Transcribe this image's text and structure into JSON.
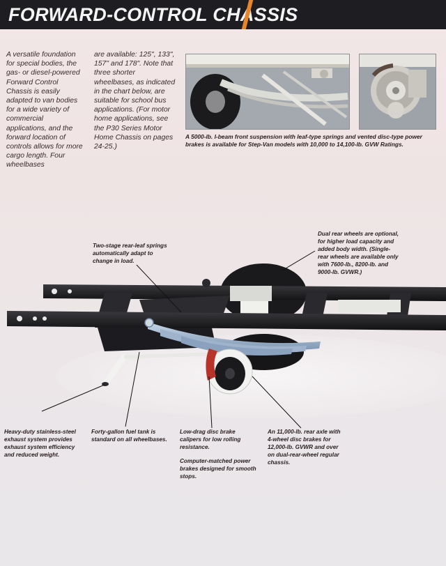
{
  "header": {
    "title": "FORWARD-CONTROL CHASSIS",
    "accent_color": "#e8842a",
    "bar_color": "#1e1e22"
  },
  "intro": {
    "col1": "A versatile foundation for special bodies, the gas- or diesel-powered Forward Control Chassis is easily adapted to van bodies for a wide variety of commercial applications, and the forward location of controls allows for more cargo length. Four wheelbases",
    "col2": "are available: 125\", 133\", 157\" and 178\". Note that three shorter wheelbases, as indicated in the chart below, are suitable for school bus applications. (For motor home applications, see the P30 Series Motor Home Chassis on pages 24-25.)"
  },
  "photos": {
    "caption": "A 5000-lb. I-beam front suspension with leaf-type springs and vented disc-type power brakes is available for Step-Van models with 10,000 to 14,100-lb. GVW Ratings."
  },
  "callouts": {
    "rear_springs": "Two-stage rear-leaf springs automatically adapt to change in load.",
    "dual_wheels": "Dual rear wheels are optional, for higher load capacity and added body width. (Single-rear wheels are available only with 7600-lb., 8200-lb. and 9000-lb. GVWR.)",
    "exhaust": "Heavy-duty stainless-steel exhaust system provides exhaust system efficiency and reduced weight.",
    "fuel_tank": "Forty-gallon fuel tank is standard on all wheelbases.",
    "calipers": "Low-drag disc brake calipers for low rolling resistance.",
    "power_brakes": "Computer-matched power brakes designed for smooth stops.",
    "axle": "An 11,000-lb. rear axle with 4-wheel disc brakes for 12,000-lb. GVWR and over on dual-rear-wheel regular chassis."
  }
}
